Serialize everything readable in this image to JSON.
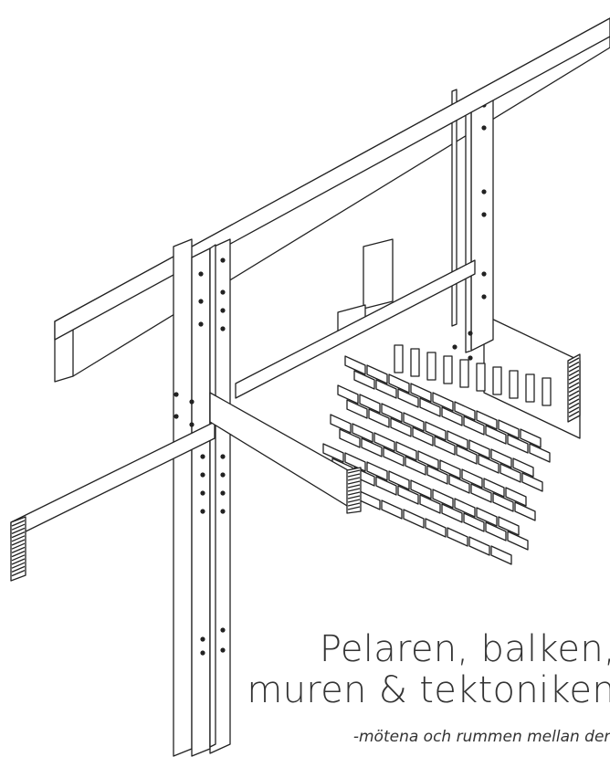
{
  "title": {
    "line1": "Pelaren, balken,",
    "line2": "muren & tektoniken",
    "subtitle": "-mötena och rummen mellan dem"
  },
  "colors": {
    "ink": "#222222",
    "paper": "#ffffff",
    "text": "#333333"
  }
}
